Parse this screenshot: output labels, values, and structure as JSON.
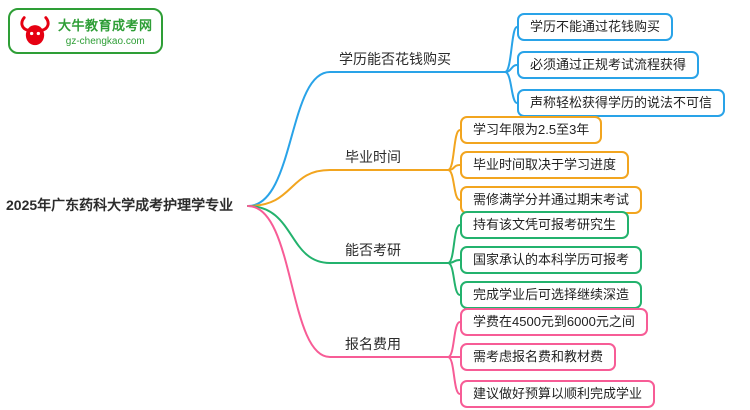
{
  "logo": {
    "site_name": "大牛教育成考网",
    "site_url": "gz-chengkao.com",
    "brand_color": "#2e9e36",
    "icon_color": "#e60012",
    "icon": "bull-icon"
  },
  "root": {
    "label": "2025年广东药科大学成考护理学专业"
  },
  "branches": [
    {
      "label": "学历能否花钱购买",
      "color": "#29a3e8",
      "children": [
        "学历不能通过花钱购买",
        "必须通过正规考试流程获得",
        "声称轻松获得学历的说法不可信"
      ]
    },
    {
      "label": "毕业时间",
      "color": "#f2a51f",
      "children": [
        "学习年限为2.5至3年",
        "毕业时间取决于学习进度",
        "需修满学分并通过期末考试"
      ]
    },
    {
      "label": "能否考研",
      "color": "#23b26d",
      "children": [
        "持有该文凭可报考研究生",
        "国家承认的本科学历可报考",
        "完成学业后可选择继续深造"
      ]
    },
    {
      "label": "报名费用",
      "color": "#f75c96",
      "children": [
        "学费在4500元到6000元之间",
        "需考虑报名费和教材费",
        "建议做好预算以顺利完成学业"
      ]
    }
  ]
}
